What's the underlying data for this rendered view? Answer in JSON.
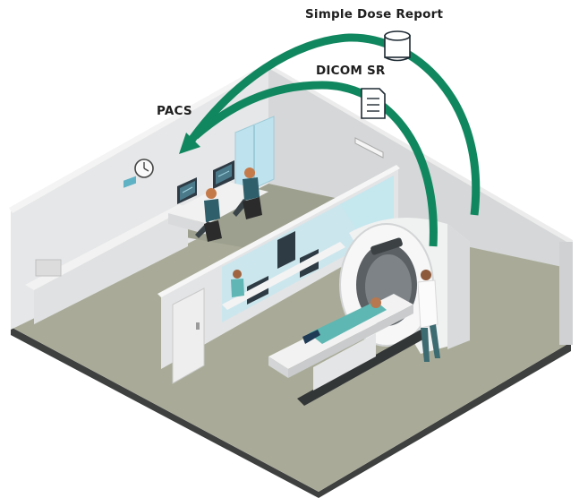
{
  "labels": {
    "simple_dose_report": "Simple Dose Report",
    "dicom_sr": "DICOM SR",
    "pacs": "PACS"
  },
  "icons": {
    "database": "database-icon",
    "document": "document-icon",
    "clock": "clock-icon"
  },
  "colors": {
    "arrow": "#11875f",
    "floor": "#a9ab98",
    "wall": "#e8e9ea",
    "accent": "#2f8f8c"
  }
}
